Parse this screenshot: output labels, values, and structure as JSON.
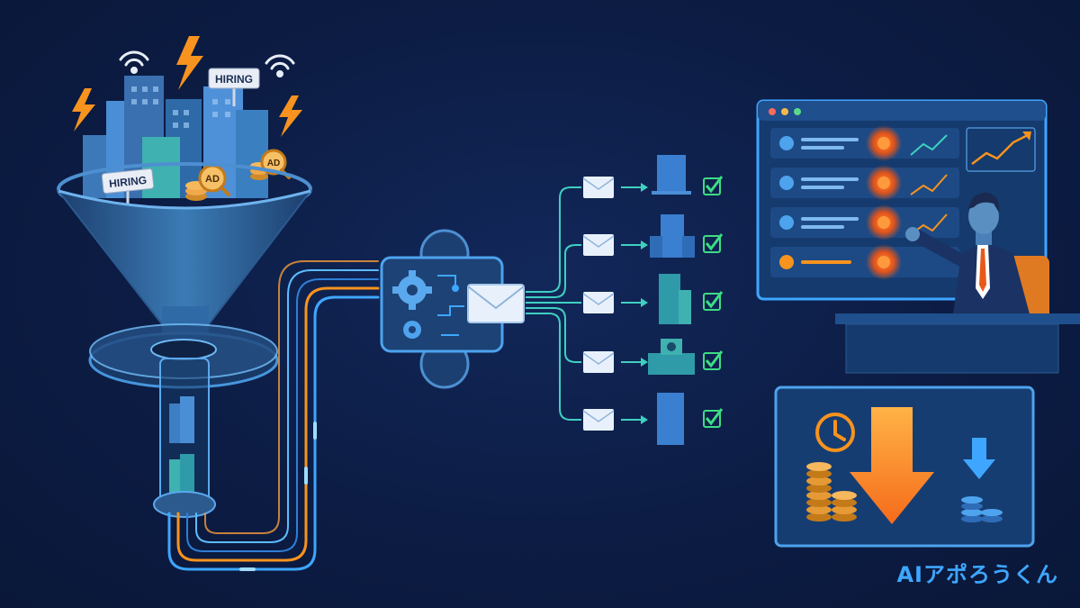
{
  "funnel": {
    "sign_top": "HIRING",
    "sign_bottom": "HIRING",
    "coin_left": "AD",
    "coin_right": "AD"
  },
  "brand": {
    "text": "AIアポろうくん"
  },
  "colors": {
    "background": "#0c1c44",
    "accent_blue": "#3ea6ff",
    "accent_orange": "#f7931e",
    "check_green": "#3ddc84"
  },
  "targets": {
    "email_count": 5,
    "company_count": 5
  }
}
